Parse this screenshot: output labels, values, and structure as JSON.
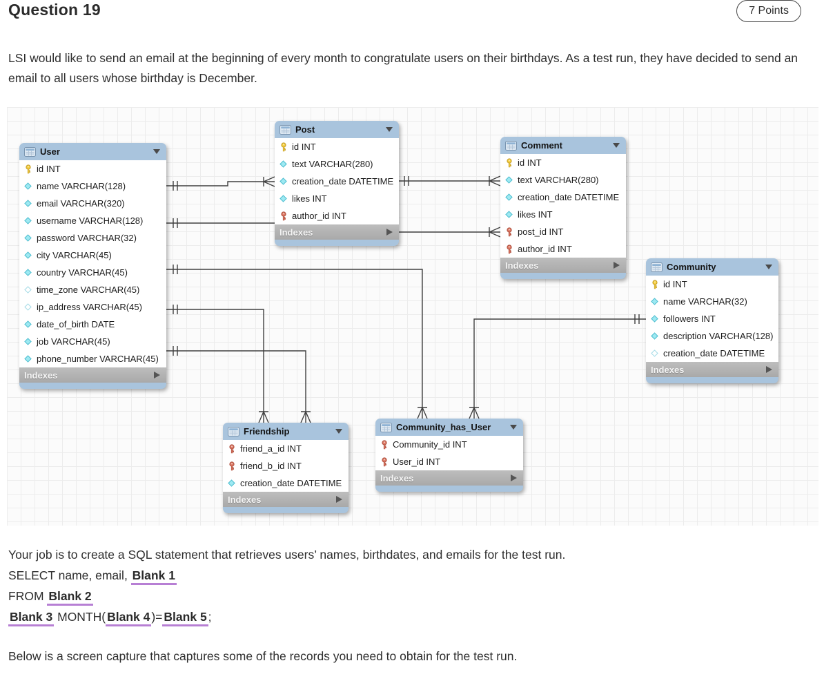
{
  "question": {
    "title": "Question 19",
    "points": "7 Points"
  },
  "intro": "LSI would like to send an email at the beginning of every month to congratulate users on their birthdays. As a test run, they have decided to send an email to all users whose birthday is December.",
  "diagram": {
    "indexes_label": "Indexes",
    "tables": [
      {
        "name": "User",
        "columns": [
          {
            "icon": "pk",
            "label": "id INT"
          },
          {
            "icon": "col",
            "label": "name VARCHAR(128)"
          },
          {
            "icon": "col",
            "label": "email VARCHAR(320)"
          },
          {
            "icon": "col",
            "label": "username VARCHAR(128)"
          },
          {
            "icon": "col",
            "label": "password VARCHAR(32)"
          },
          {
            "icon": "col",
            "label": "city VARCHAR(45)"
          },
          {
            "icon": "col",
            "label": "country VARCHAR(45)"
          },
          {
            "icon": "colopen",
            "label": "time_zone VARCHAR(45)"
          },
          {
            "icon": "colopen",
            "label": "ip_address VARCHAR(45)"
          },
          {
            "icon": "col",
            "label": "date_of_birth DATE"
          },
          {
            "icon": "col",
            "label": "job VARCHAR(45)"
          },
          {
            "icon": "col",
            "label": "phone_number VARCHAR(45)"
          }
        ]
      },
      {
        "name": "Post",
        "columns": [
          {
            "icon": "pk",
            "label": "id INT"
          },
          {
            "icon": "col",
            "label": "text VARCHAR(280)"
          },
          {
            "icon": "col",
            "label": "creation_date DATETIME"
          },
          {
            "icon": "col",
            "label": "likes INT"
          },
          {
            "icon": "fk",
            "label": "author_id INT"
          }
        ]
      },
      {
        "name": "Comment",
        "columns": [
          {
            "icon": "pk",
            "label": "id INT"
          },
          {
            "icon": "col",
            "label": "text VARCHAR(280)"
          },
          {
            "icon": "col",
            "label": "creation_date DATETIME"
          },
          {
            "icon": "col",
            "label": "likes INT"
          },
          {
            "icon": "fk",
            "label": "post_id INT"
          },
          {
            "icon": "fk",
            "label": "author_id INT"
          }
        ]
      },
      {
        "name": "Community",
        "columns": [
          {
            "icon": "pk",
            "label": "id INT"
          },
          {
            "icon": "col",
            "label": "name VARCHAR(32)"
          },
          {
            "icon": "col",
            "label": "followers INT"
          },
          {
            "icon": "col",
            "label": "description VARCHAR(128)"
          },
          {
            "icon": "colopen",
            "label": "creation_date DATETIME"
          }
        ]
      },
      {
        "name": "Friendship",
        "columns": [
          {
            "icon": "fk",
            "label": "friend_a_id INT"
          },
          {
            "icon": "fk",
            "label": "friend_b_id INT"
          },
          {
            "icon": "col",
            "label": "creation_date DATETIME"
          }
        ]
      },
      {
        "name": "Community_has_User",
        "columns": [
          {
            "icon": "fk",
            "label": "Community_id INT"
          },
          {
            "icon": "fk",
            "label": "User_id INT"
          }
        ]
      }
    ],
    "relationships": [
      {
        "from": "User",
        "to": "Post",
        "type": "one-to-many"
      },
      {
        "from": "Post",
        "to": "Comment",
        "type": "one-to-many"
      },
      {
        "from": "User",
        "to": "Comment",
        "type": "one-to-many"
      },
      {
        "from": "User",
        "to": "Friendship",
        "via": "friend_a_id",
        "type": "one-to-many"
      },
      {
        "from": "User",
        "to": "Friendship",
        "via": "friend_b_id",
        "type": "one-to-many"
      },
      {
        "from": "User",
        "to": "Community_has_User",
        "type": "one-to-many"
      },
      {
        "from": "Community",
        "to": "Community_has_User",
        "type": "one-to-many"
      }
    ]
  },
  "task": {
    "description": "Your job is to create a SQL statement that retrieves users’ names, birthdates, and emails for the test run.",
    "select_prefix": "SELECT name, email, ",
    "blank1": "Blank 1",
    "from_prefix": "FROM ",
    "blank2": "Blank 2",
    "blank3": "Blank 3",
    "month_open": " MONTH(",
    "blank4": "Blank 4",
    "equals": ")=",
    "blank5": "Blank 5",
    "semicolon": ";"
  },
  "footer_note": "Below is a screen capture that captures some of the records you need to obtain for the test run.",
  "colors": {
    "accent_underline": "#b77fd4",
    "table_header": "#a9c4dd",
    "indexes_bar": "#b3b3b3",
    "pk_key": "#f5ce3e",
    "fk_key": "#dd7a66",
    "column_diamond": "#9ee9f2"
  }
}
